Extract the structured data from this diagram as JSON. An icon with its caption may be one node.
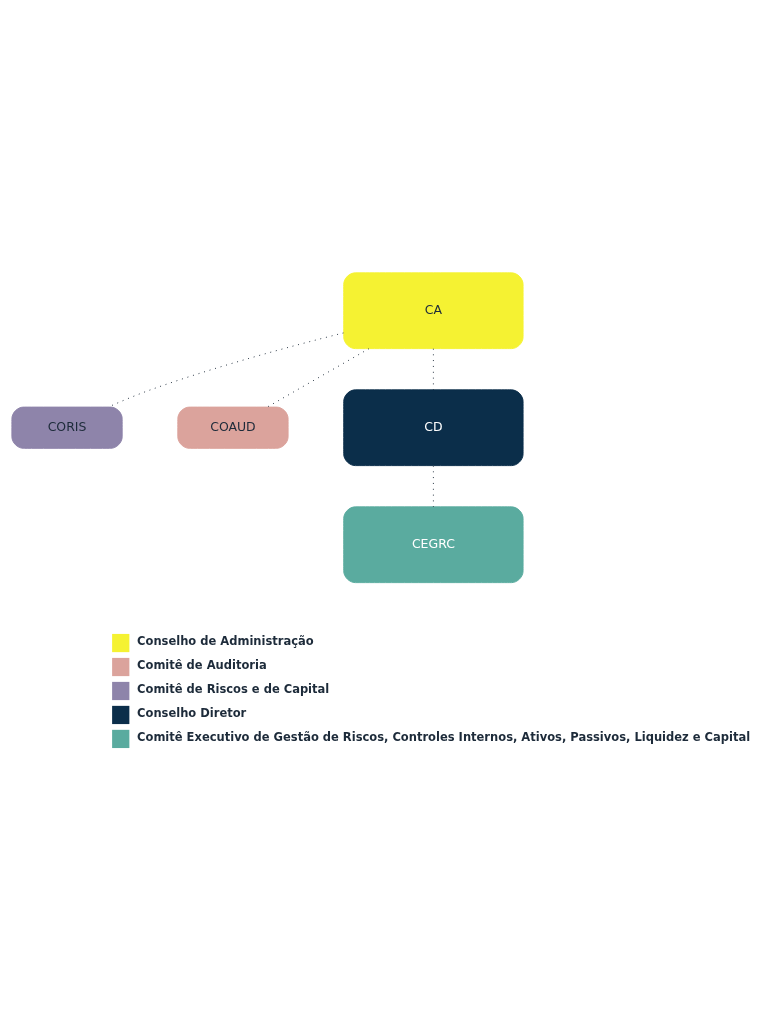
{
  "diagram": {
    "nodes": [
      {
        "text": [
          "CA"
        ]
      },
      {
        "text": [
          "CORIS"
        ]
      },
      {
        "text": [
          "COAUD"
        ]
      },
      {
        "text": [
          "CD"
        ]
      },
      {
        "text": [
          "CEGRC"
        ]
      }
    ],
    "edges": [
      {
        "from": 0,
        "to": 3,
        "arrow": "none",
        "style": "dashed"
      },
      {
        "from": 0,
        "to": 1,
        "arrow": "none",
        "style": "dashed"
      },
      {
        "from": 0,
        "to": 2,
        "arrow": "none",
        "style": "dashed"
      },
      {
        "from": 3,
        "to": 4,
        "arrow": "none",
        "style": "dashed"
      }
    ],
    "legend": [
      {
        "text": "Conselho de Administração",
        "color": "#f5f232"
      },
      {
        "text": "Comitê de Auditoria",
        "color": "#dba39c"
      },
      {
        "text": "Comitê de Riscos e de Capital",
        "color": "#8e84aa"
      },
      {
        "text": "Conselho Diretor",
        "color": "#0b2e4a"
      },
      {
        "text": "Comitê Executivo de Gestão de Riscos, Controles Internos, Ativos, Passivos, Liquidez e Capital",
        "color": "#5aab9f"
      }
    ]
  }
}
